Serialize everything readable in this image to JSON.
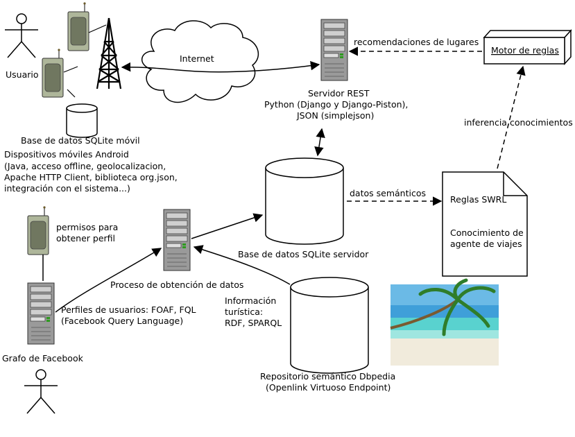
{
  "labels": {
    "usuario": "Usuario",
    "internet": "Internet",
    "servidor_rest": "Servidor REST",
    "python": "Python (Django y Django-Piston),",
    "json": "JSON (simplejson)",
    "recomendaciones": "recomendaciones de lugares",
    "motor": "Motor de reglas",
    "inferencia": "inferencia conocimientos",
    "sqlite_movil": "Base de datos SQLite móvil",
    "dispositivos": [
      "Dispositivos móviles Android",
      "(Java, acceso offline, geolocalizacion,",
      "Apache HTTP Client, biblioteca org.json,",
      "integración con el sistema...)"
    ],
    "datos_semanticos": "datos semánticos",
    "reglas_swrl": "Reglas SWRL",
    "conocimiento": [
      "Conocimiento de",
      "agente de viajes"
    ],
    "permisos": [
      "permisos para",
      "obtener perfil"
    ],
    "sqlite_servidor": "Base de datos SQLite servidor",
    "proceso": "Proceso de obtención de datos",
    "perfiles": [
      "Perfiles de usuarios: FOAF, FQL",
      "(Facebook Query Language)"
    ],
    "informacion": [
      "Información",
      "turística:",
      "RDF, SPARQL"
    ],
    "grafo": "Grafo de Facebook",
    "repositorio": [
      "Repositorio semántico Dbpedia",
      "(Openlink Virtuoso Endpoint)"
    ]
  },
  "colors": {
    "phone_body": "#aeb69a",
    "phone_screen": "#707760",
    "server_body": "#9a9a9a",
    "server_slot": "#cfcfcf",
    "led": "#2e9a1f",
    "sky": "#3f9fd9",
    "sea": "#59d2cf",
    "sand": "#f1ebdc",
    "palm": "#2f7d2a"
  },
  "icons": [
    "user-icon",
    "phone-icon",
    "antenna-tower-icon",
    "cloud-icon",
    "server-icon",
    "database-icon",
    "document-icon",
    "beach-photo"
  ]
}
